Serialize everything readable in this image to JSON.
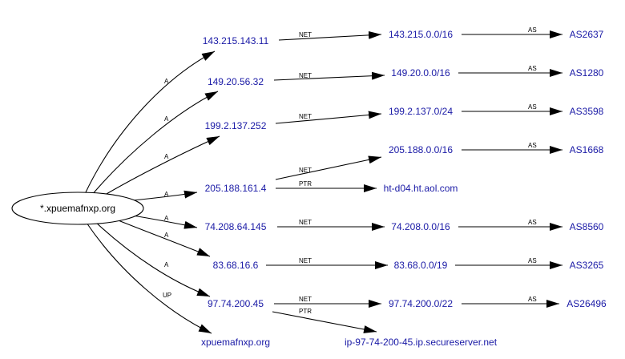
{
  "root": {
    "label": "*.xpuemafnxp.org"
  },
  "hosts": {
    "h1": "143.215.143.11",
    "h2": "149.20.56.32",
    "h3": "199.2.137.252",
    "h4": "205.188.161.4",
    "h5": "74.208.64.145",
    "h6": "83.68.16.6",
    "h7": "97.74.200.45",
    "h8": "xpuemafnxp.org"
  },
  "nets": {
    "n1": "143.215.0.0/16",
    "n2": "149.20.0.0/16",
    "n3": "199.2.137.0/24",
    "n4": "205.188.0.0/16",
    "n5": "74.208.0.0/16",
    "n6": "83.68.0.0/19",
    "n7": "97.74.200.0/22"
  },
  "ptrs": {
    "p1": "ht-d04.ht.aol.com",
    "p2": "ip-97-74-200-45.ip.secureserver.net"
  },
  "asns": {
    "a1": "AS2637",
    "a2": "AS1280",
    "a3": "AS3598",
    "a4": "AS1668",
    "a5": "AS8560",
    "a6": "AS3265",
    "a7": "AS26496"
  },
  "edge_labels": {
    "a": "A",
    "up": "UP",
    "net": "NET",
    "ptr": "PTR",
    "as": "AS"
  }
}
